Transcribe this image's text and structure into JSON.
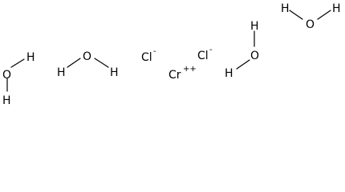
{
  "structure": {
    "waters": [
      {
        "id": "water-1",
        "o": "O",
        "h1": "H",
        "h2": "H"
      },
      {
        "id": "water-2",
        "o": "O",
        "h1": "H",
        "h2": "H"
      },
      {
        "id": "water-3",
        "o": "O",
        "h1": "H",
        "h2": "H"
      },
      {
        "id": "water-4",
        "o": "O",
        "h1": "H",
        "h2": "H"
      }
    ],
    "chlorides": [
      {
        "id": "chloride-1",
        "symbol": "Cl",
        "charge": "-"
      },
      {
        "id": "chloride-2",
        "symbol": "Cl",
        "charge": "-"
      }
    ],
    "chromium": {
      "symbol": "Cr",
      "charge": "++"
    }
  },
  "colors": {
    "ink": "#000000",
    "background": "#ffffff"
  }
}
